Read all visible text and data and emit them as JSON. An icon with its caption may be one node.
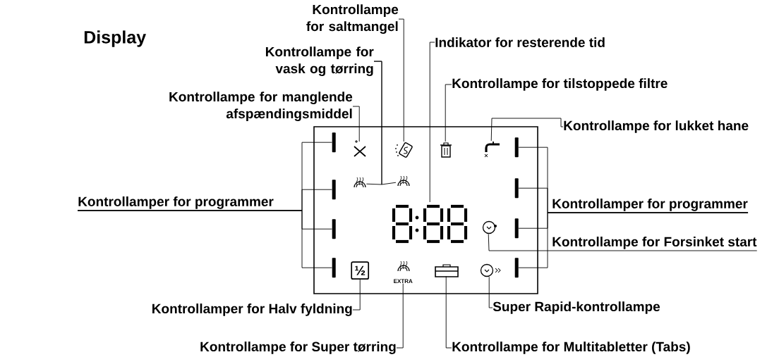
{
  "diagram": {
    "title": "Display",
    "nodes": [
      {
        "text": [
          "Kontrollampe for saltmangel"
        ]
      },
      {
        "text": [
          "Kontrollampe for vask og tørring"
        ]
      },
      {
        "text": [
          "Kontrollampe for manglende afspændingsmiddel"
        ]
      },
      {
        "text": [
          "Indikator for resterende tid"
        ]
      },
      {
        "text": [
          "Kontrollampe for tilstoppede filtre"
        ]
      },
      {
        "text": [
          "Kontrollampe for lukket hane"
        ]
      },
      {
        "text": [
          "Kontrollamper for programmer"
        ]
      },
      {
        "text": [
          "Kontrollamper for programmer"
        ]
      },
      {
        "text": [
          "Kontrollampe for Forsinket start"
        ]
      },
      {
        "text": [
          "Kontrollamper for Halv fyldning"
        ]
      },
      {
        "text": [
          "Kontrollampe for Super tørring"
        ]
      },
      {
        "text": [
          "Super Rapid-kontrollampe"
        ]
      },
      {
        "text": [
          "Kontrollampe for Multitabletter (Tabs)"
        ]
      },
      {
        "text": [],
        "shape": "box"
      },
      {
        "text": [],
        "shape": "icon",
        "in": 13
      },
      {
        "text": [],
        "shape": "icon",
        "in": 13
      },
      {
        "text": [],
        "shape": "icon",
        "in": 13
      },
      {
        "text": [],
        "shape": "icon",
        "in": 13
      },
      {
        "text": [],
        "shape": "icon",
        "in": 13
      },
      {
        "text": [],
        "shape": "icon",
        "in": 13
      },
      {
        "text": [],
        "shape": "digits",
        "in": 13
      },
      {
        "text": [],
        "shape": "icon",
        "in": 13
      },
      {
        "text": [],
        "shape": "bar",
        "in": 13
      },
      {
        "text": [],
        "shape": "bar",
        "in": 13
      },
      {
        "text": [],
        "shape": "bar",
        "in": 13
      },
      {
        "text": [],
        "shape": "bar",
        "in": 13
      },
      {
        "text": [],
        "shape": "bar",
        "in": 13
      },
      {
        "text": [],
        "shape": "bar",
        "in": 13
      },
      {
        "text": [],
        "shape": "bar",
        "in": 13
      },
      {
        "text": [],
        "shape": "bar",
        "in": 13
      },
      {
        "text": [
          "½"
        ],
        "in": 13
      },
      {
        "text": [
          "EXTRA"
        ],
        "in": 13
      },
      {
        "text": [],
        "shape": "icon",
        "in": 13
      },
      {
        "text": [],
        "shape": "icon",
        "in": 13
      }
    ],
    "edges": [
      {
        "from": 0,
        "to": 15,
        "arrow": "none"
      },
      {
        "from": 1,
        "to": 18,
        "arrow": "none"
      },
      {
        "from": 1,
        "to": 19,
        "arrow": "none"
      },
      {
        "from": 2,
        "to": 14,
        "arrow": "none"
      },
      {
        "from": 3,
        "to": 20,
        "arrow": "none"
      },
      {
        "from": 4,
        "to": 16,
        "arrow": "none"
      },
      {
        "from": 5,
        "to": 17,
        "arrow": "none"
      },
      {
        "from": 6,
        "to": 22,
        "arrow": "none"
      },
      {
        "from": 6,
        "to": 23,
        "arrow": "none"
      },
      {
        "from": 6,
        "to": 24,
        "arrow": "none"
      },
      {
        "from": 6,
        "to": 25,
        "arrow": "none"
      },
      {
        "from": 7,
        "to": 26,
        "arrow": "none"
      },
      {
        "from": 7,
        "to": 27,
        "arrow": "none"
      },
      {
        "from": 7,
        "to": 28,
        "arrow": "none"
      },
      {
        "from": 7,
        "to": 29,
        "arrow": "none"
      },
      {
        "from": 8,
        "to": 21,
        "arrow": "none"
      },
      {
        "from": 9,
        "to": 30,
        "arrow": "none"
      },
      {
        "from": 10,
        "to": 31,
        "arrow": "none"
      },
      {
        "from": 11,
        "to": 33,
        "arrow": "none"
      },
      {
        "from": 12,
        "to": 32,
        "arrow": "none"
      }
    ]
  }
}
